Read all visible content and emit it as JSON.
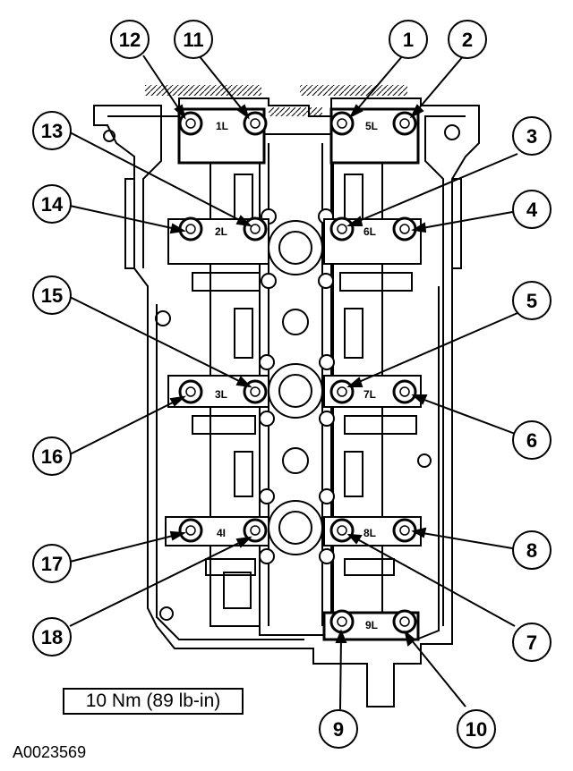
{
  "spec": "10 Nm (89 lb-in)",
  "reference": "A0023569",
  "caps": [
    "1L",
    "5L",
    "2L",
    "6L",
    "3L",
    "7L",
    "4I",
    "8L",
    "9L"
  ],
  "callouts": [
    "1",
    "2",
    "3",
    "4",
    "5",
    "6",
    "7",
    "8",
    "9",
    "10",
    "11",
    "12",
    "13",
    "14",
    "15",
    "16",
    "17",
    "18"
  ]
}
